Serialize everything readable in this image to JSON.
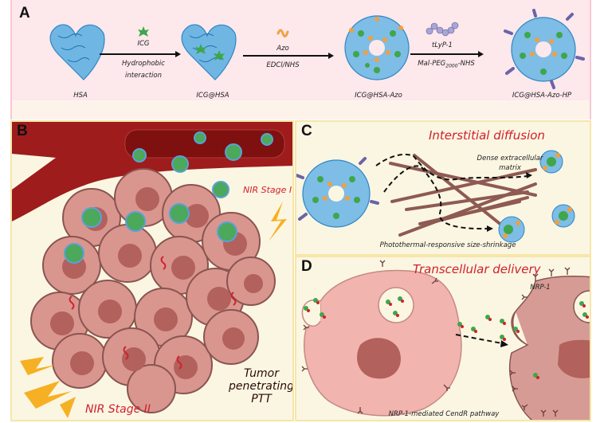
{
  "panels": {
    "a": {
      "label": "A",
      "species": [
        {
          "name": "HSA"
        },
        {
          "name": "ICG@HSA"
        },
        {
          "name": "ICG@HSA-Azo"
        },
        {
          "name": "ICG@HSA-Azo-HP"
        }
      ],
      "steps": [
        {
          "reagent": "ICG",
          "condition_line1": "Hydrophobic",
          "condition_line2": "interaction"
        },
        {
          "reagent": "Azo",
          "condition_line1": "EDCl/NHS",
          "condition_line2": ""
        },
        {
          "reagent": "tLyP-1",
          "condition_prefix": "Mal-PEG",
          "condition_sub": "2000",
          "condition_suffix": "-NHS"
        }
      ]
    },
    "b": {
      "label": "B",
      "stage1": "NIR Stage I",
      "stage2": "NIR Stage II",
      "title_line1": "Tumor",
      "title_line2": "penetrating",
      "title_line3": "PTT"
    },
    "c": {
      "label": "C",
      "title": "Interstitial diffusion",
      "matrix_line1": "Dense extracellular",
      "matrix_line2": "matrix",
      "caption": "Photothermal-responsive size-shrinkage"
    },
    "d": {
      "label": "D",
      "title": "Transcellular delivery",
      "receptor": "NRP-1",
      "caption": "NRP-1-mediated CendR pathway"
    }
  },
  "colors": {
    "protein_blue": "#4aa3d8",
    "icg_green": "#3fa64a",
    "azo_orange": "#f0a040",
    "peptide_purple": "#7a6fb0",
    "vessel_red": "#9e1c1c",
    "cell_pink": "#d9968e",
    "nucleus": "#b2615c",
    "fiber_brown": "#8e5a52",
    "nir_yellow": "#f6b024",
    "title_red": "#d0202e"
  }
}
